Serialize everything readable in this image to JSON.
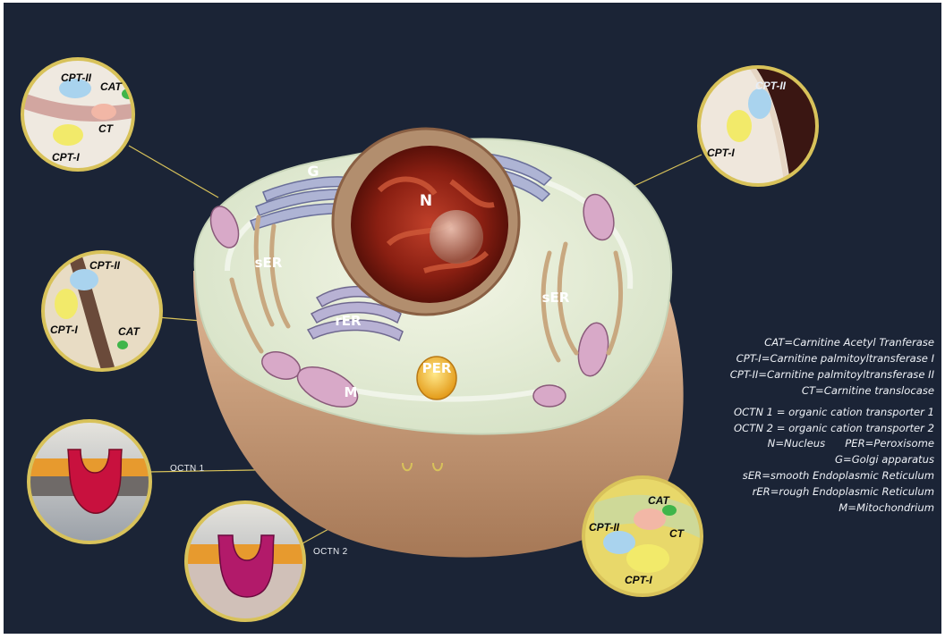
{
  "organelles": {
    "nucleus": "N",
    "golgi": "G",
    "ser_left": "sER",
    "ser_right": "sER",
    "rer": "rER",
    "mito": "M",
    "peroxisome": "PER"
  },
  "callouts": {
    "top_left": {
      "cpt2": "CPT-II",
      "cat": "CAT",
      "ct": "CT",
      "cpt1": "CPT-I"
    },
    "top_right": {
      "cpt2": "CPT-II",
      "cpt1": "CPT-I"
    },
    "mid_left": {
      "cpt2": "CPT-II",
      "cpt1": "CPT-I",
      "cat": "CAT"
    },
    "bottom_right": {
      "cat": "CAT",
      "cpt2": "CPT-II",
      "ct": "CT",
      "cpt1": "CPT-I"
    },
    "octn1": "OCTN 1",
    "octn2": "OCTN 2"
  },
  "legend": {
    "cat": "CAT=Carnitine Acetyl Tranferase",
    "cpt1": "CPT-I=Carnitine palmitoyltransferase I",
    "cpt2": "CPT-II=Carnitine palmitoyltransferase II",
    "ct": "CT=Carnitine translocase",
    "octn1": "OCTN 1 = organic cation transporter 1",
    "octn2": "OCTN 2 = organic cation transporter 2",
    "n_per": "N=Nucleus      PER=Peroxisome",
    "g": "G=Golgi apparatus",
    "ser": "sER=smooth Endoplasmic Reticulum",
    "rer": "rER=rough Endoplasmic Reticulum",
    "m": "M=Mitochondrium"
  },
  "colors": {
    "background": "#1b2436",
    "cpt1": "#f2ea6a",
    "cpt2": "#a9d3ee",
    "cat": "#3fb54a",
    "ct": "#f2b7a6",
    "callout_ring": "#d8c25a",
    "octn1": "#c8113e",
    "octn2": "#b21a6a"
  }
}
